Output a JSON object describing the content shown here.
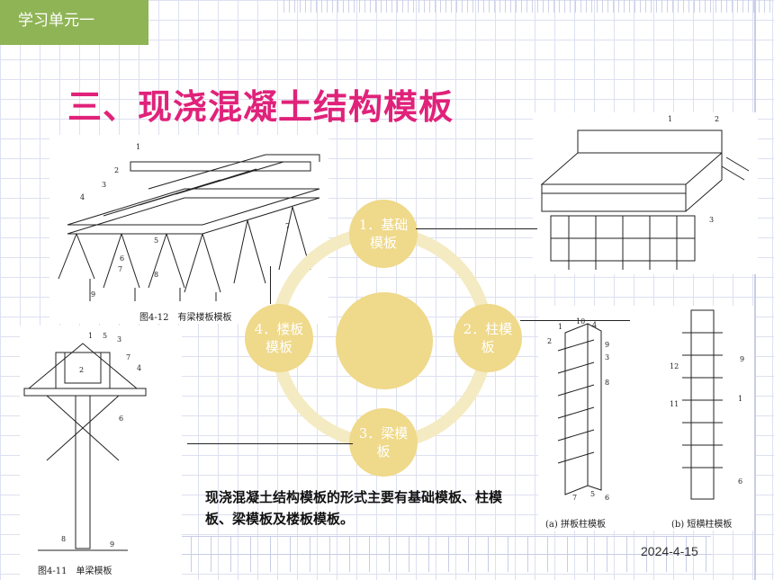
{
  "slide": {
    "unit_label": "学习单元一",
    "title": "三、现浇混凝土结构模板",
    "description": "现浇混凝土结构模板的形式主要有基础模板、柱模板、梁模板及楼板模板。",
    "date": "2024-4-15"
  },
  "cycle": {
    "nodes": [
      {
        "label": "1．基础模板"
      },
      {
        "label": "2．柱模板"
      },
      {
        "label": "3．梁模板"
      },
      {
        "label": "4．楼板模板"
      }
    ]
  },
  "figures": {
    "slab": {
      "caption": "图4-12　有梁楼板模板",
      "numbers": [
        "1",
        "2",
        "3",
        "4",
        "5",
        "6",
        "7",
        "7",
        "8",
        "9"
      ]
    },
    "foundation": {
      "numbers": [
        "1",
        "2",
        "3"
      ]
    },
    "beam": {
      "caption": "图4-11　单梁模板",
      "numbers": [
        "1",
        "5",
        "3",
        "7",
        "4",
        "2",
        "6",
        "8",
        "9"
      ]
    },
    "column_a": {
      "caption": "(a) 拼板柱模板",
      "numbers": [
        "1",
        "10",
        "4",
        "2",
        "9",
        "3",
        "8",
        "7",
        "5",
        "6"
      ]
    },
    "column_b": {
      "caption": "(b) 短横柱模板",
      "numbers": [
        "12",
        "9",
        "11",
        "1",
        "6"
      ]
    }
  },
  "colors": {
    "accent": "#e0227a",
    "tab": "#8fb455",
    "node": "#efd98a",
    "ring": "#f4ebc3"
  }
}
